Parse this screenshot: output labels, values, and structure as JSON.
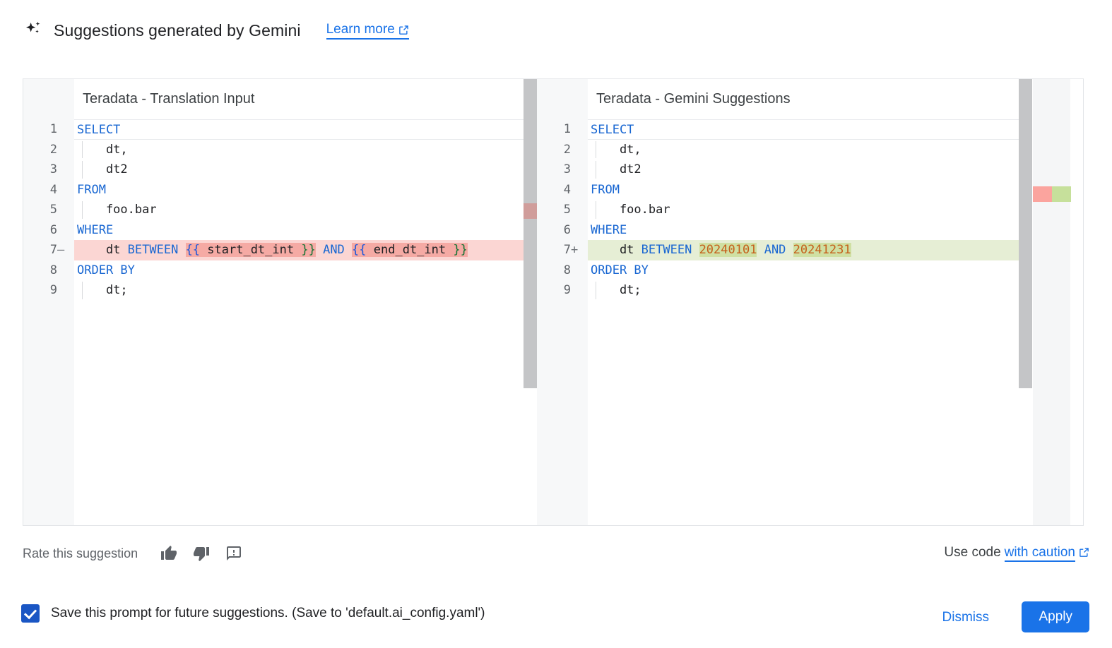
{
  "header": {
    "icon": "sparkle-icon",
    "title": "Suggestions generated by Gemini",
    "learn_more": "Learn more",
    "learn_more_icon": "external-link-icon"
  },
  "diff": {
    "left": {
      "title": "Teradata - Translation Input",
      "lines": [
        {
          "n": "1",
          "marker": "",
          "state": "current",
          "indent": false,
          "tokens": [
            {
              "t": "SELECT",
              "c": "kw"
            }
          ]
        },
        {
          "n": "2",
          "marker": "",
          "state": "",
          "indent": true,
          "tokens": [
            {
              "t": "    dt,",
              "c": ""
            }
          ]
        },
        {
          "n": "3",
          "marker": "",
          "state": "",
          "indent": true,
          "tokens": [
            {
              "t": "    dt2",
              "c": ""
            }
          ]
        },
        {
          "n": "4",
          "marker": "",
          "state": "",
          "indent": false,
          "tokens": [
            {
              "t": "FROM",
              "c": "kw"
            }
          ]
        },
        {
          "n": "5",
          "marker": "",
          "state": "",
          "indent": true,
          "tokens": [
            {
              "t": "    foo.bar",
              "c": ""
            }
          ]
        },
        {
          "n": "6",
          "marker": "",
          "state": "",
          "indent": false,
          "tokens": [
            {
              "t": "WHERE",
              "c": "kw"
            }
          ]
        },
        {
          "n": "7",
          "marker": "—",
          "state": "del",
          "indent": false,
          "tokens": [
            {
              "t": "    dt ",
              "c": ""
            },
            {
              "t": "BETWEEN",
              "c": "kw"
            },
            {
              "t": " ",
              "c": ""
            },
            {
              "t": "{{",
              "c": "brb wd"
            },
            {
              "t": " start_dt_int ",
              "c": "wd"
            },
            {
              "t": "}}",
              "c": "brg wd"
            },
            {
              "t": " ",
              "c": ""
            },
            {
              "t": "AND",
              "c": "kw"
            },
            {
              "t": " ",
              "c": ""
            },
            {
              "t": "{{",
              "c": "brb wd"
            },
            {
              "t": " end_dt_int ",
              "c": "wd"
            },
            {
              "t": "}}",
              "c": "brg wd"
            }
          ]
        },
        {
          "n": "8",
          "marker": "",
          "state": "",
          "indent": false,
          "tokens": [
            {
              "t": "ORDER BY",
              "c": "kw"
            }
          ]
        },
        {
          "n": "9",
          "marker": "",
          "state": "",
          "indent": true,
          "tokens": [
            {
              "t": "    dt;",
              "c": ""
            }
          ]
        }
      ]
    },
    "right": {
      "title": "Teradata - Gemini Suggestions",
      "lines": [
        {
          "n": "1",
          "marker": "",
          "state": "current",
          "indent": false,
          "tokens": [
            {
              "t": "SELECT",
              "c": "kw"
            }
          ]
        },
        {
          "n": "2",
          "marker": "",
          "state": "",
          "indent": true,
          "tokens": [
            {
              "t": "    dt,",
              "c": ""
            }
          ]
        },
        {
          "n": "3",
          "marker": "",
          "state": "",
          "indent": true,
          "tokens": [
            {
              "t": "    dt2",
              "c": ""
            }
          ]
        },
        {
          "n": "4",
          "marker": "",
          "state": "",
          "indent": false,
          "tokens": [
            {
              "t": "FROM",
              "c": "kw"
            }
          ]
        },
        {
          "n": "5",
          "marker": "",
          "state": "",
          "indent": true,
          "tokens": [
            {
              "t": "    foo.bar",
              "c": ""
            }
          ]
        },
        {
          "n": "6",
          "marker": "",
          "state": "",
          "indent": false,
          "tokens": [
            {
              "t": "WHERE",
              "c": "kw"
            }
          ]
        },
        {
          "n": "7",
          "marker": "+",
          "state": "ins",
          "indent": false,
          "tokens": [
            {
              "t": "    dt ",
              "c": ""
            },
            {
              "t": "BETWEEN",
              "c": "kw"
            },
            {
              "t": " ",
              "c": ""
            },
            {
              "t": "20240101",
              "c": "num wi"
            },
            {
              "t": " ",
              "c": ""
            },
            {
              "t": "AND",
              "c": "kw"
            },
            {
              "t": " ",
              "c": ""
            },
            {
              "t": "20241231",
              "c": "num wi"
            }
          ]
        },
        {
          "n": "8",
          "marker": "",
          "state": "",
          "indent": false,
          "tokens": [
            {
              "t": "ORDER BY",
              "c": "kw"
            }
          ]
        },
        {
          "n": "9",
          "marker": "",
          "state": "",
          "indent": true,
          "tokens": [
            {
              "t": "    dt;",
              "c": ""
            }
          ]
        }
      ]
    }
  },
  "feedback": {
    "label": "Rate this suggestion",
    "thumb_up_icon": "thumb-up-icon",
    "thumb_down_icon": "thumb-down-icon",
    "report_icon": "report-icon"
  },
  "caution": {
    "prefix": "Use code",
    "link": "with caution",
    "icon": "external-link-icon"
  },
  "bottom": {
    "checkbox_checked": true,
    "checkbox_label": "Save this prompt for future suggestions. (Save to 'default.ai_config.yaml')",
    "dismiss_label": "Dismiss",
    "apply_label": "Apply"
  },
  "colors": {
    "accent": "#1a73e8",
    "apply_bg": "#1a73e8",
    "checkbox_bg": "#1a56c4",
    "keyword": "#1967d2",
    "number": "#c5601b",
    "diff_delete_line": "#fbd6d3",
    "diff_delete_word": "#f5aaa4",
    "diff_insert_line": "#e6eed5",
    "diff_insert_word": "#cfe0a3",
    "ruler_delete": "#fba49e",
    "ruler_insert": "#c6e09b",
    "scrollbar_thumb": "#c4c5c7"
  }
}
